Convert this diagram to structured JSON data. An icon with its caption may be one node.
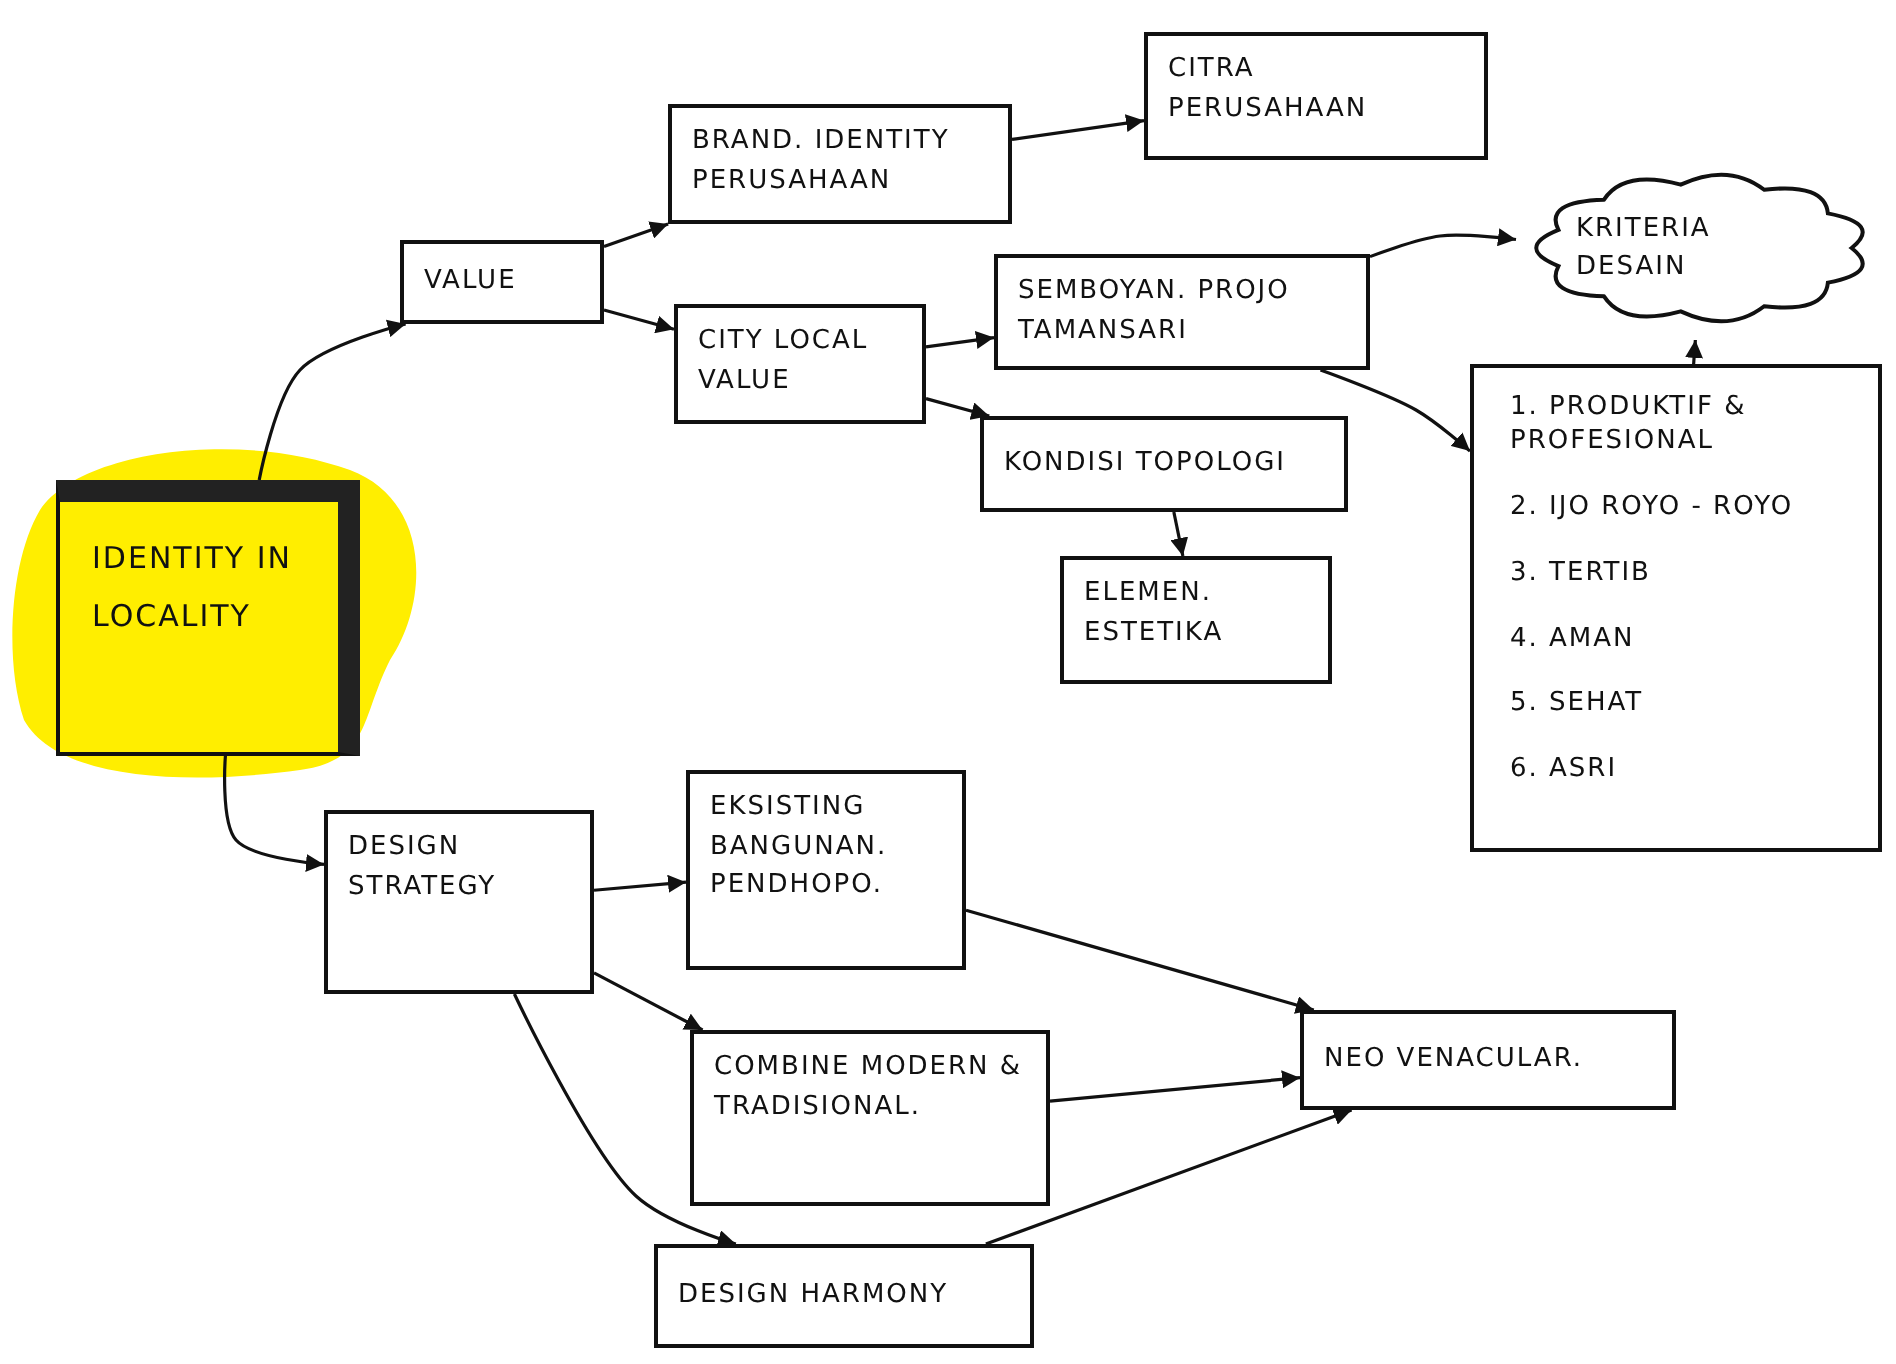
{
  "diagram": {
    "nodes": [
      {
        "text": [
          "IDENTITY IN LOCALITY"
        ]
      },
      {
        "text": [
          "VALUE"
        ]
      },
      {
        "text": [
          "BRAND. IDENTITY PERUSAHAAN"
        ]
      },
      {
        "text": [
          "CITRA PERUSAHAAN"
        ]
      },
      {
        "text": [
          "CITY LOCAL VALUE"
        ]
      },
      {
        "text": [
          "SEMBOYAN. PROJO TAMANSARI"
        ]
      },
      {
        "text": [
          "KONDISI TOPOLOGI"
        ]
      },
      {
        "text": [
          "ELEMEN. ESTETIKA"
        ]
      },
      {
        "text": [
          "KRITERIA DESAIN"
        ]
      },
      {
        "text": [
          "1. PRODUKTIF & PROFESIONAL",
          "2. IJO ROYO - ROYO",
          "3. TERTIB",
          "4. AMAN",
          "5. SEHAT",
          "6. ASRI"
        ]
      },
      {
        "text": [
          "DESIGN STRATEGY"
        ]
      },
      {
        "text": [
          "EKSISTING BANGUNAN. PENDHOPO."
        ]
      },
      {
        "text": [
          "COMBINE MODERN & TRADISIONAL."
        ]
      },
      {
        "text": [
          "DESIGN HARMONY"
        ]
      },
      {
        "text": [
          "NEO VENACULAR."
        ]
      }
    ],
    "edges": [
      {
        "from": 0,
        "to": 1,
        "arrow": "to"
      },
      {
        "from": 1,
        "to": 2,
        "arrow": "to"
      },
      {
        "from": 1,
        "to": 4,
        "arrow": "to"
      },
      {
        "from": 2,
        "to": 3,
        "arrow": "to"
      },
      {
        "from": 4,
        "to": 5,
        "arrow": "to"
      },
      {
        "from": 4,
        "to": 6,
        "arrow": "to"
      },
      {
        "from": 6,
        "to": 7,
        "arrow": "to"
      },
      {
        "from": 5,
        "to": 8,
        "arrow": "to"
      },
      {
        "from": 5,
        "to": 9,
        "arrow": "to"
      },
      {
        "from": 9,
        "to": 8,
        "arrow": "to"
      },
      {
        "from": 0,
        "to": 10,
        "arrow": "to"
      },
      {
        "from": 10,
        "to": 11,
        "arrow": "to"
      },
      {
        "from": 10,
        "to": 12,
        "arrow": "to"
      },
      {
        "from": 10,
        "to": 13,
        "arrow": "to"
      },
      {
        "from": 11,
        "to": 14,
        "arrow": "to"
      },
      {
        "from": 12,
        "to": 14,
        "arrow": "to"
      },
      {
        "from": 13,
        "to": 14,
        "arrow": "to"
      }
    ]
  }
}
